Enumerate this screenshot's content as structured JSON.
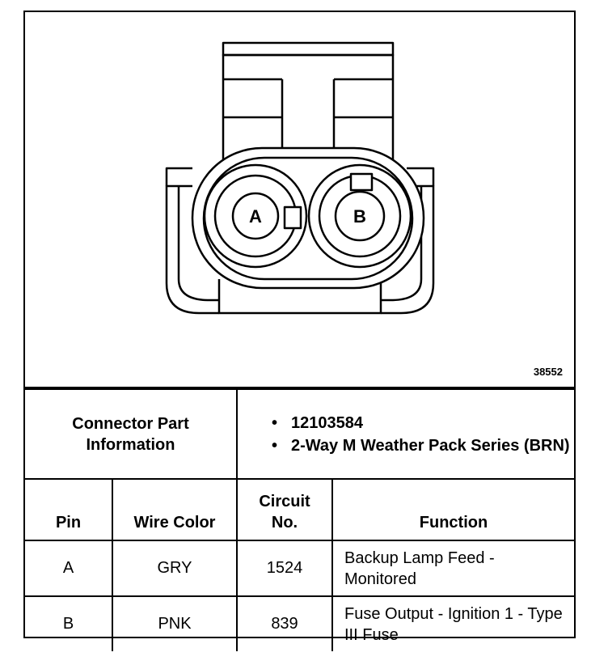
{
  "diagram": {
    "pin_labels": [
      "A",
      "B"
    ],
    "figure_number": "38552"
  },
  "connector_info": {
    "label": "Connector Part Information",
    "items": [
      "12103584",
      "2-Way M Weather Pack Series (BRN)"
    ]
  },
  "table": {
    "headers": [
      "Pin",
      "Wire Color",
      "Circuit No.",
      "Function"
    ],
    "rows": [
      {
        "pin": "A",
        "wire_color": "GRY",
        "circuit": "1524",
        "function": "Backup Lamp Feed - Monitored"
      },
      {
        "pin": "B",
        "wire_color": "PNK",
        "circuit": "839",
        "function": "Fuse Output - Ignition 1 - Type III Fuse"
      }
    ]
  }
}
